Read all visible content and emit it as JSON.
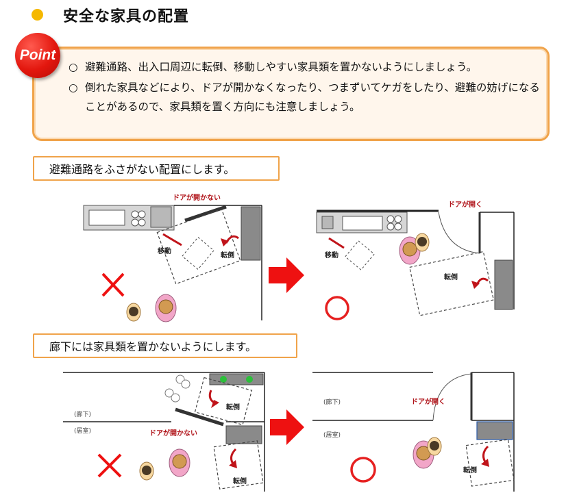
{
  "title": "安全な家具の配置",
  "point": {
    "badge": "Point",
    "items": [
      {
        "mark": "○",
        "text": "避難通路、出入口周辺に転倒、移動しやすい家具類を置かないようにしましょう。"
      },
      {
        "mark": "○",
        "text": "倒れた家具などにより、ドアが開かなくなったり、つまずいてケガをしたり、避難の妨げになることがあるので、家具類を置く方向にも注意しましょう。"
      }
    ]
  },
  "section1": {
    "caption": "避難通路をふさがない配置にします。",
    "bad": {
      "door_label": "ドアが開かない",
      "move_label": "移動",
      "fall_label": "転倒"
    },
    "good": {
      "door_label": "ドアが開く",
      "move_label": "移動",
      "fall_label": "転倒"
    }
  },
  "section2": {
    "caption": "廊下には家具類を置かないようにします。",
    "bad": {
      "hall_label": "(廊下)",
      "room_label": "(居室)",
      "door_label": "ドアが開かない",
      "fall_label_top": "転倒",
      "fall_label_bottom": "転倒"
    },
    "good": {
      "hall_label": "(廊下)",
      "room_label": "(居室)",
      "door_label": "ドアが開く",
      "fall_label": "転倒"
    }
  },
  "colors": {
    "accent_orange": "#f0a34a",
    "label_red": "#b0141a",
    "arrow_red": "#ee1111",
    "ok_red": "#e62020",
    "person_pink": "#f2a6c8"
  }
}
